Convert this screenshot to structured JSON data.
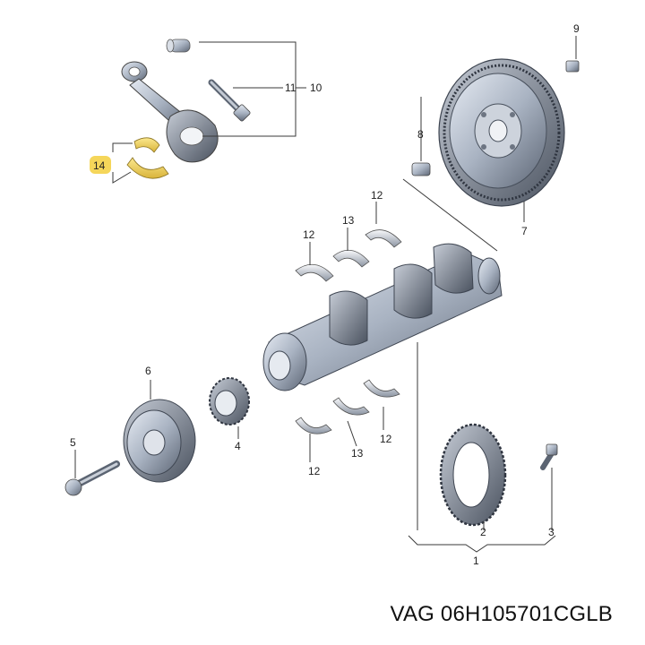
{
  "callouts": {
    "c1": "1",
    "c2": "2",
    "c3": "3",
    "c4": "4",
    "c5": "5",
    "c6": "6",
    "c7": "7",
    "c8": "8",
    "c9": "9",
    "c10": "10",
    "c11": "11",
    "c12a": "12",
    "c12b": "12",
    "c12c": "12",
    "c12d": "12",
    "c13a": "13",
    "c13b": "13",
    "c14": "14"
  },
  "highlight_color": "#f5d65a",
  "part_number_label": "VAG 06H105701CGLB"
}
